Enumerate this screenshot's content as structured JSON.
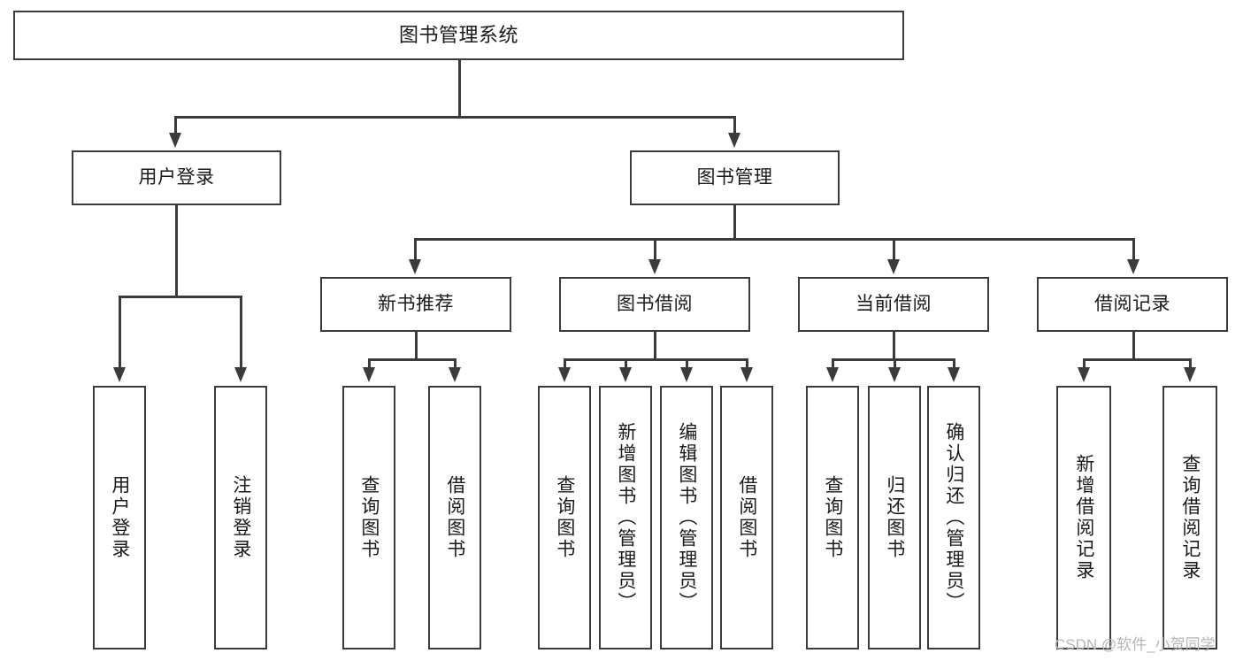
{
  "diagram": {
    "type": "tree",
    "title": "图书管理系统",
    "watermark": "CSDN @软件_小贺同学",
    "colors": {
      "border": "#3b3b3b",
      "text": "#1a1a1a",
      "background": "#ffffff",
      "watermark": "#b6b6b6"
    },
    "nodes": {
      "root": {
        "label": "图书管理系统",
        "level": 1
      },
      "l2": [
        {
          "label": "用户登录",
          "level": 2
        },
        {
          "label": "图书管理",
          "level": 2
        }
      ],
      "l3": [
        {
          "label": "新书推荐",
          "level": 3
        },
        {
          "label": "图书借阅",
          "level": 3
        },
        {
          "label": "当前借阅",
          "level": 3
        },
        {
          "label": "借阅记录",
          "level": 3
        }
      ],
      "leaves": [
        {
          "label": "用户登录",
          "parent": "用户登录"
        },
        {
          "label": "注销登录",
          "parent": "用户登录"
        },
        {
          "label": "查询图书",
          "parent": "新书推荐"
        },
        {
          "label": "借阅图书",
          "parent": "新书推荐"
        },
        {
          "label": "查询图书",
          "parent": "图书借阅"
        },
        {
          "label": "新增图书（管理员）",
          "parent": "图书借阅"
        },
        {
          "label": "编辑图书（管理员）",
          "parent": "图书借阅"
        },
        {
          "label": "借阅图书",
          "parent": "图书借阅"
        },
        {
          "label": "查询图书",
          "parent": "当前借阅"
        },
        {
          "label": "归还图书",
          "parent": "当前借阅"
        },
        {
          "label": "确认归还（管理员）",
          "parent": "当前借阅"
        },
        {
          "label": "新增借阅记录",
          "parent": "借阅记录"
        },
        {
          "label": "查询借阅记录",
          "parent": "借阅记录"
        }
      ]
    }
  }
}
